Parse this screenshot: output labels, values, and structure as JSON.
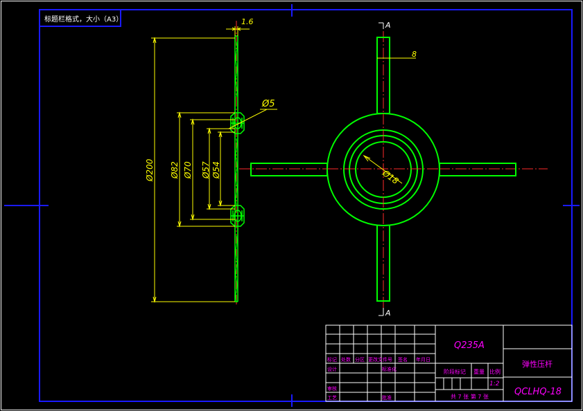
{
  "title_bar": {
    "label": "标题栏格式，大小（A3）"
  },
  "section_marks": {
    "top": "A",
    "bottom": "A"
  },
  "dimensions": {
    "thickness": "1.6",
    "hole": "Ø5",
    "d200": "Ø200",
    "d82": "Ø82",
    "d70": "Ø70",
    "d57": "Ø57",
    "d54": "Ø54",
    "arm_width": "8",
    "bore": "Ø18"
  },
  "title_block": {
    "material": "Q235A",
    "part_name": "弹性压杆",
    "drawing_no": "QCLHQ-18",
    "stage_mark": "阶段标记",
    "weight": "重量",
    "scale_label": "比例",
    "scale_value": "1:2",
    "sheets": "共 7 张 第 7 张",
    "row_mark": "标记",
    "row_count": "处数",
    "row_zone": "分区",
    "row_change": "更改文件号",
    "row_sign": "签名",
    "row_date": "年月日",
    "design": "设计",
    "standardize": "标准化",
    "review": "审核",
    "process": "工艺",
    "approve": "批准"
  },
  "colors": {
    "background": "#000000",
    "frame": "#1a1aff",
    "part": "#00ff00",
    "dimension": "#ffff00",
    "centerline": "#ff2a2a",
    "title_lines": "#ffffff",
    "title_text": "#ff00ff",
    "title_values": "#ff00ff"
  }
}
